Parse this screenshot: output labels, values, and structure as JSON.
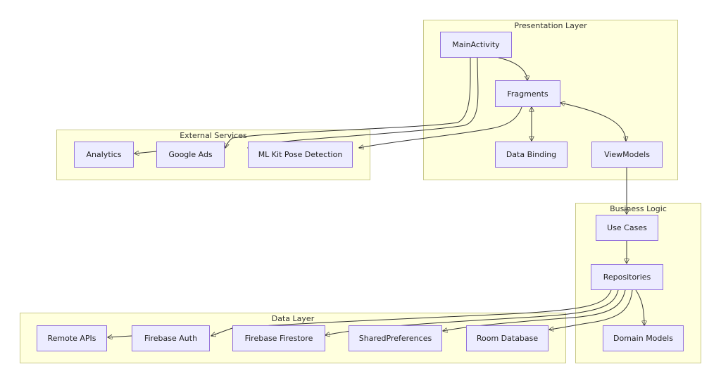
{
  "groups": {
    "presentation": "Presentation Layer",
    "external": "External Services",
    "business": "Business Logic",
    "data": "Data Layer"
  },
  "nodes": {
    "main_activity": "MainActivity",
    "fragments": "Fragments",
    "data_binding": "Data Binding",
    "viewmodels": "ViewModels",
    "analytics": "Analytics",
    "google_ads": "Google Ads",
    "ml_kit": "ML Kit Pose Detection",
    "use_cases": "Use Cases",
    "repositories": "Repositories",
    "domain_models": "Domain Models",
    "remote_apis": "Remote APIs",
    "firebase_auth": "Firebase Auth",
    "firebase_firestore": "Firebase Firestore",
    "shared_preferences": "SharedPreferences",
    "room_database": "Room Database"
  },
  "colors": {
    "group_fill": "#ffffde",
    "group_border": "#c9c98a",
    "node_fill": "#ececff",
    "node_border": "#9370db",
    "edge": "#333333"
  }
}
